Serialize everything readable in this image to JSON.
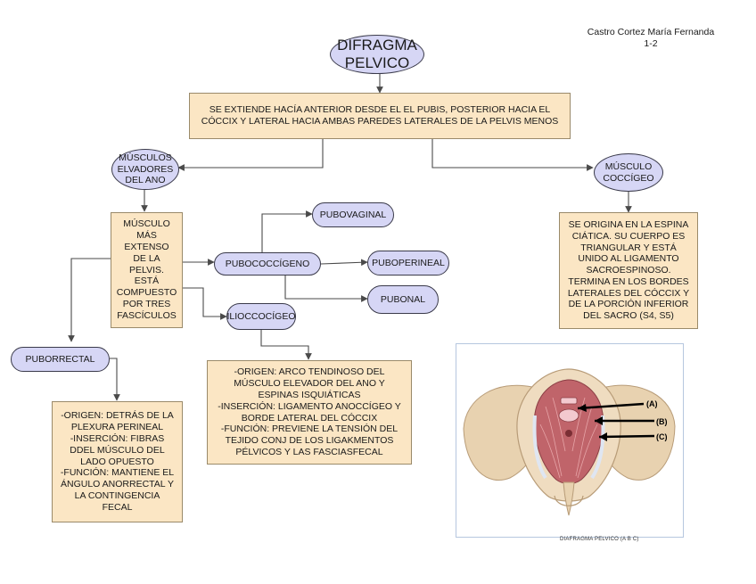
{
  "author": {
    "name": "Castro Cortez María Fernanda",
    "group": "1-2"
  },
  "title": {
    "line1": "DIFRAGMA",
    "line2": "PELVICO"
  },
  "description": {
    "line1": "SE EXTIENDE HACÍA ANTERIOR DESDE EL EL PUBIS, POSTERIOR HACIA EL",
    "line2": "CÓCCIX Y LATERAL HACIA AMBAS PAREDES LATERALES DE LA PELVIS MENOS"
  },
  "levator": {
    "lines": [
      "MÚSCULOS",
      "ELVADORES",
      "DEL ANO"
    ]
  },
  "coccygeus": {
    "lines": [
      "MÚSCULO",
      "COCCÍGEO"
    ]
  },
  "levator_desc": {
    "lines": [
      "MÚSCULO",
      "MÁS",
      "EXTENSO",
      "DE LA",
      "PELVIS.",
      "ESTÁ",
      "COMPUESTO",
      "POR TRES",
      "FASCÍCULOS"
    ]
  },
  "coccygeus_desc": {
    "lines": [
      "SE ORIGINA EN LA ESPINA",
      "CIÁTICA. SU CUERPO ES",
      "TRIANGULAR Y ESTÁ",
      "UNIDO AL LIGAMENTO",
      "SACROESPINOSO.",
      "TERMINA EN LOS BORDES",
      "LATERALES DEL CÓCCIX Y",
      "DE LA PORCIÓN INFERIOR",
      "DEL SACRO (S4, S5)"
    ]
  },
  "pubococcygeus": "PUBOCOCCÍGENO",
  "pubovaginal": "PUBOVAGINAL",
  "puboperineal": "PUBOPERINEAL",
  "pubonal": "PUBONAL",
  "iliococcygeus": "ILIOCCOCÍGEO",
  "puborectal": "PUBORRECTAL",
  "puborectal_desc": {
    "lines": [
      "-ORIGEN: DETRÁS DE LA",
      "PLEXURA PERINEAL",
      "-INSERCIÓN: FIBRAS",
      "DDEL MÚSCULO DEL",
      "LADO OPUESTO",
      "-FUNCIÓN: MANTIENE EL",
      "ÁNGULO ANORRECTAL Y",
      "LA CONTINGENCIA",
      "FECAL"
    ]
  },
  "iliococcygeus_desc": {
    "lines": [
      "-ORIGEN: ARCO TENDINOSO DEL",
      "MÚSCULO ELEVADOR DEL ANO Y",
      "ESPINAS ISQUIÁTICAS",
      "-INSERCIÓN: LIGAMENTO ANOCCÍGEO Y",
      "BORDE LATERAL DEL CÓCCIX",
      "-FUNCIÓN: PREVIENE LA TENSIÓN DEL",
      "TEJIDO CONJ DE LOS LIGAKMENTOS",
      "PÉLVICOS Y LAS FASCIASFECAL"
    ]
  },
  "figure": {
    "labels": [
      "(A)",
      "(B)",
      "(C)"
    ],
    "caption": "DIAFRAGMA PELVICO (A B C)"
  },
  "colors": {
    "oval_fill": "#d6d6f5",
    "box_fill": "#fbe6c4",
    "line": "#4a4a4a",
    "bone": "#e8d2b0",
    "muscle": "#c0646a"
  }
}
